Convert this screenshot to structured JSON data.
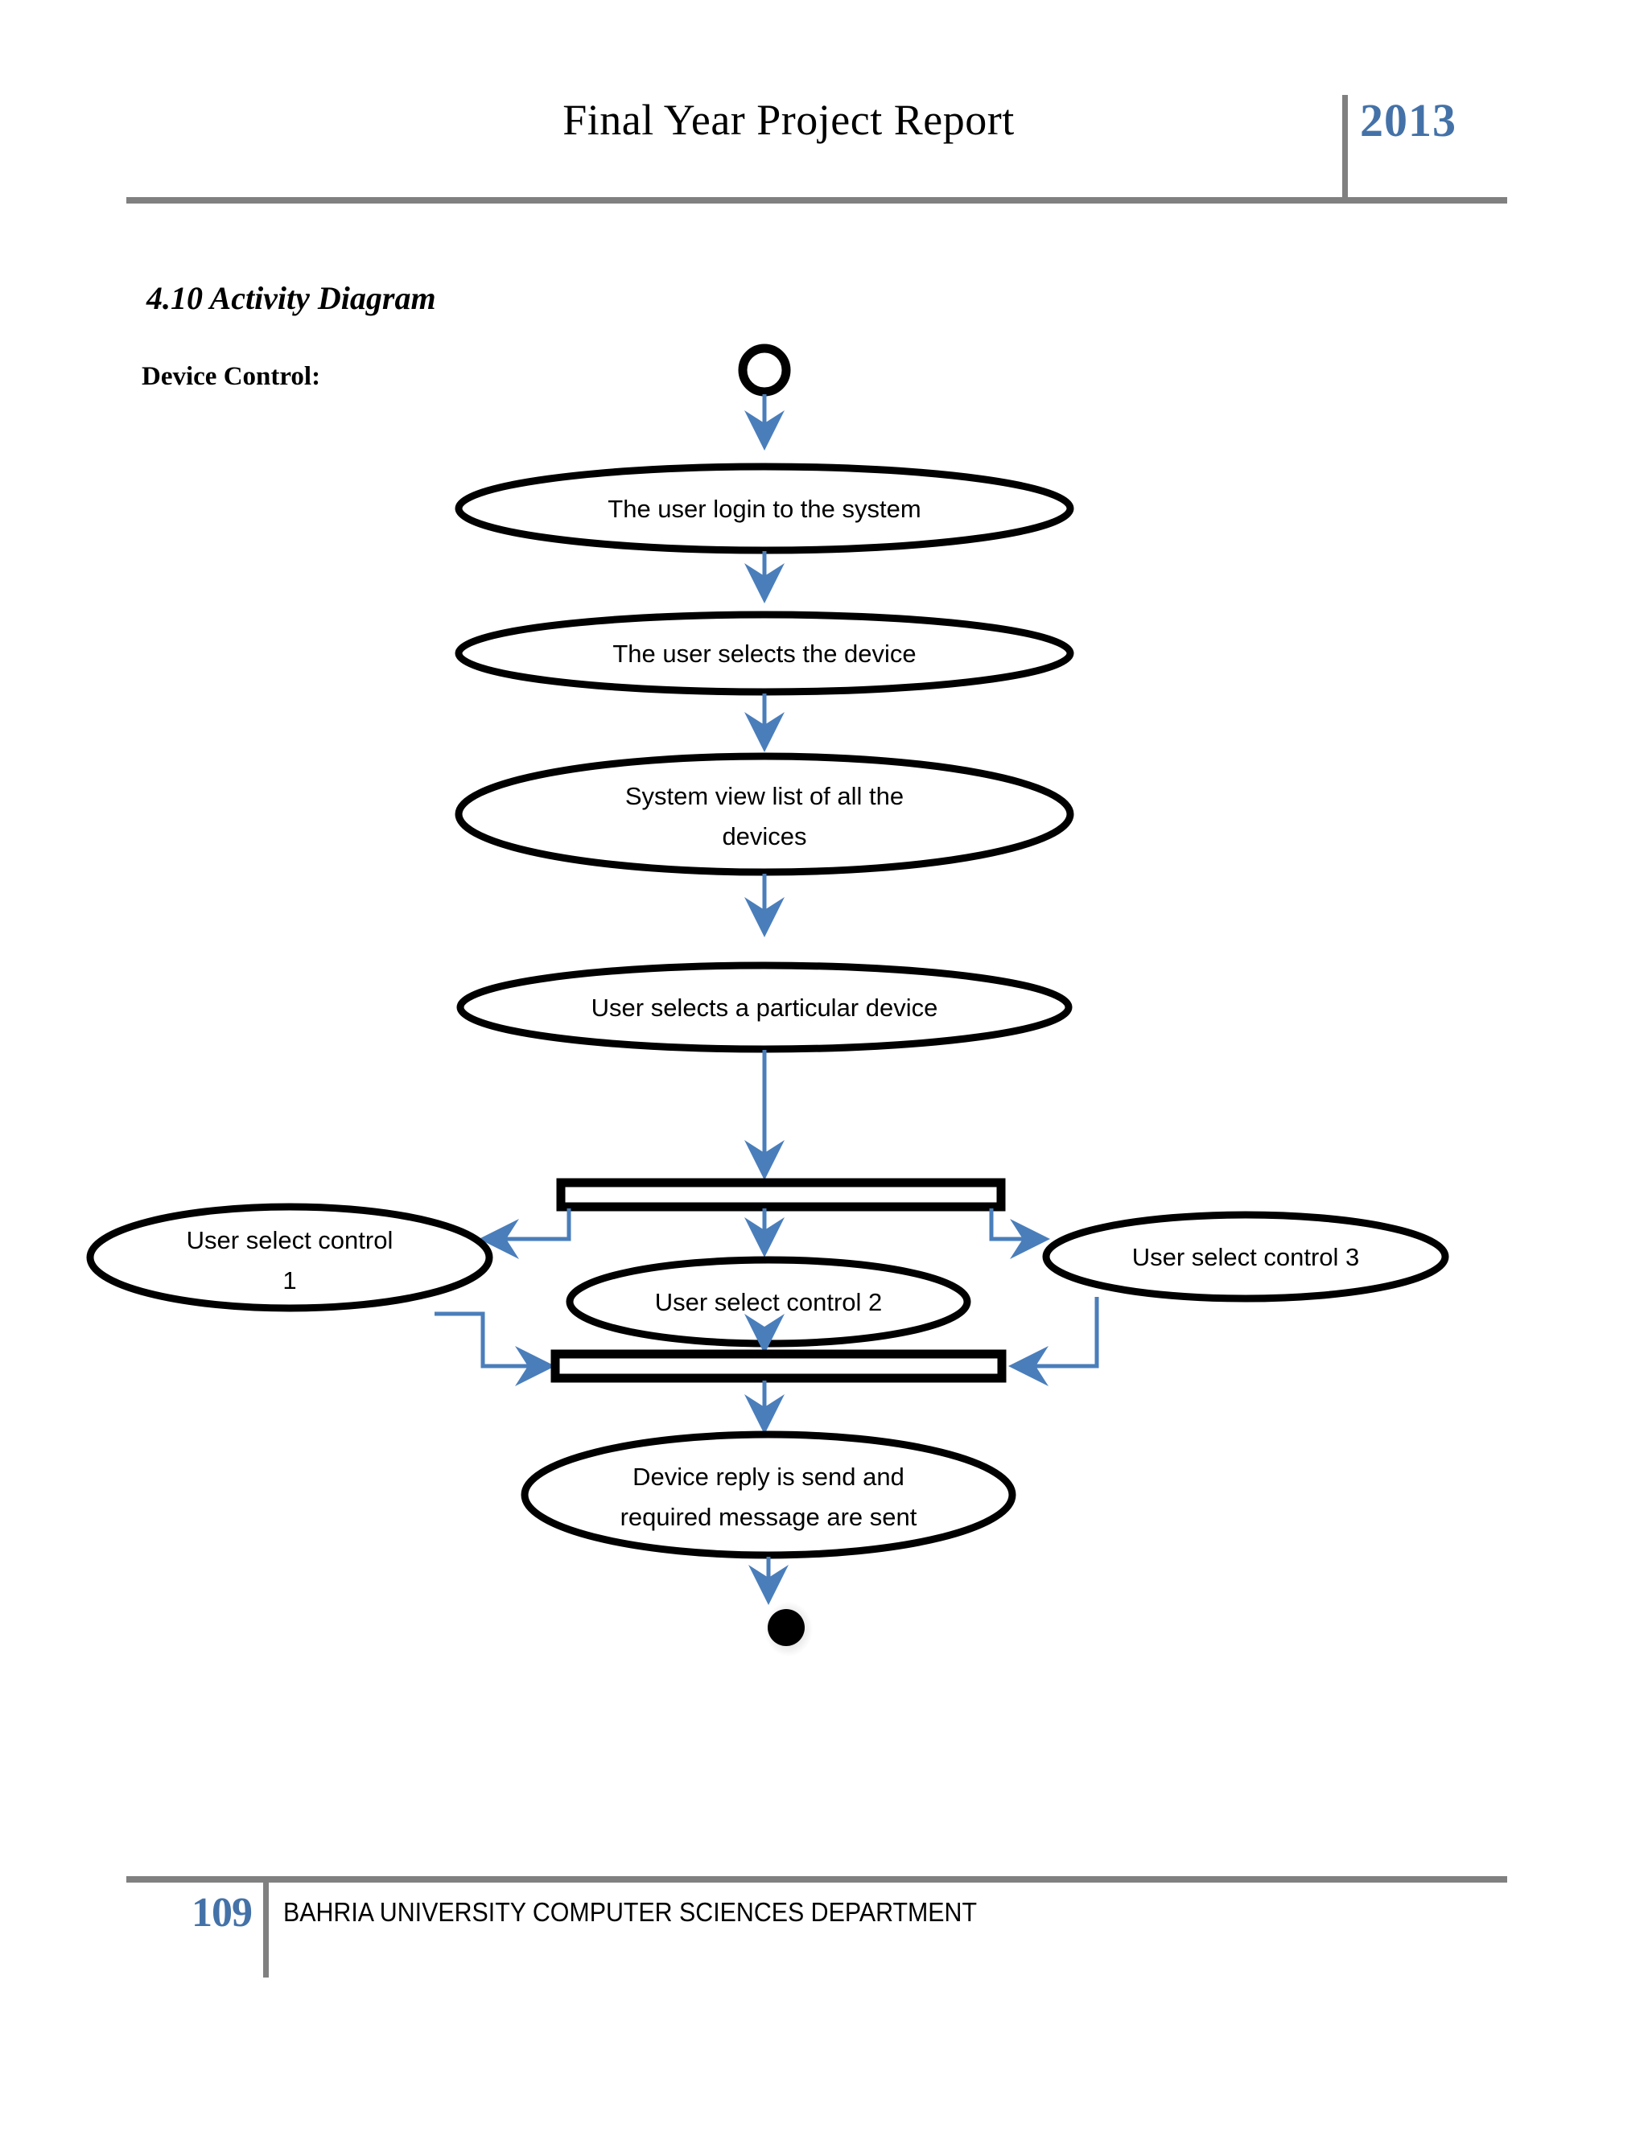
{
  "header": {
    "title": "Final Year Project Report",
    "year": "2013"
  },
  "section": {
    "title": "4.10 Activity Diagram",
    "subtitle": "Device Control:"
  },
  "footer": {
    "page_number": "109",
    "department": "BAHRIA UNIVERSITY COMPUTER SCIENCES DEPARTMENT"
  },
  "colors": {
    "accent_blue": "#4472a8",
    "rule_grey": "#808080",
    "arrow_blue": "#4a7ebb",
    "node_outline": "#000000"
  },
  "diagram": {
    "type": "uml-activity-diagram",
    "nodes": {
      "start": "start-node",
      "activity_1": "The user login to the system",
      "activity_2": "The user selects the device",
      "activity_3_line_1": "System view list of all the",
      "activity_3_line_2": "devices",
      "activity_4": "User selects a particular device",
      "fork_bar": "fork-bar",
      "branch_1_line_1": "User select control",
      "branch_1_line_2": "1",
      "branch_2": "User select control 2",
      "branch_3": "User select control 3",
      "join_bar": "join-bar",
      "activity_5_line_1": "Device reply is send and",
      "activity_5_line_2": "required message are sent",
      "end": "end-node"
    }
  }
}
